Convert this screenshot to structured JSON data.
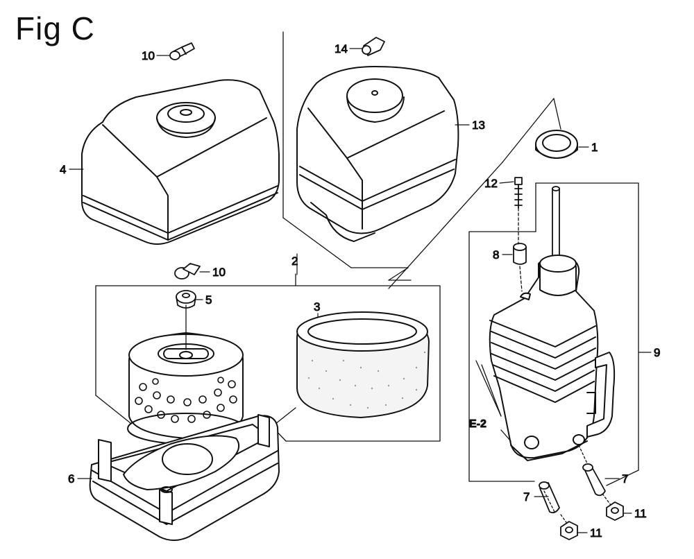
{
  "figure": {
    "title": "Fig C"
  },
  "callouts": {
    "c1": "1",
    "c2": "2",
    "c3": "3",
    "c4": "4",
    "c5": "5",
    "c6": "6",
    "c7a": "7",
    "c7b": "7",
    "c8": "8",
    "c9": "9",
    "c10a": "10",
    "c10b": "10",
    "c11a": "11",
    "c11b": "11",
    "c12": "12",
    "c13": "13",
    "c14": "14",
    "e2": "E-2"
  }
}
